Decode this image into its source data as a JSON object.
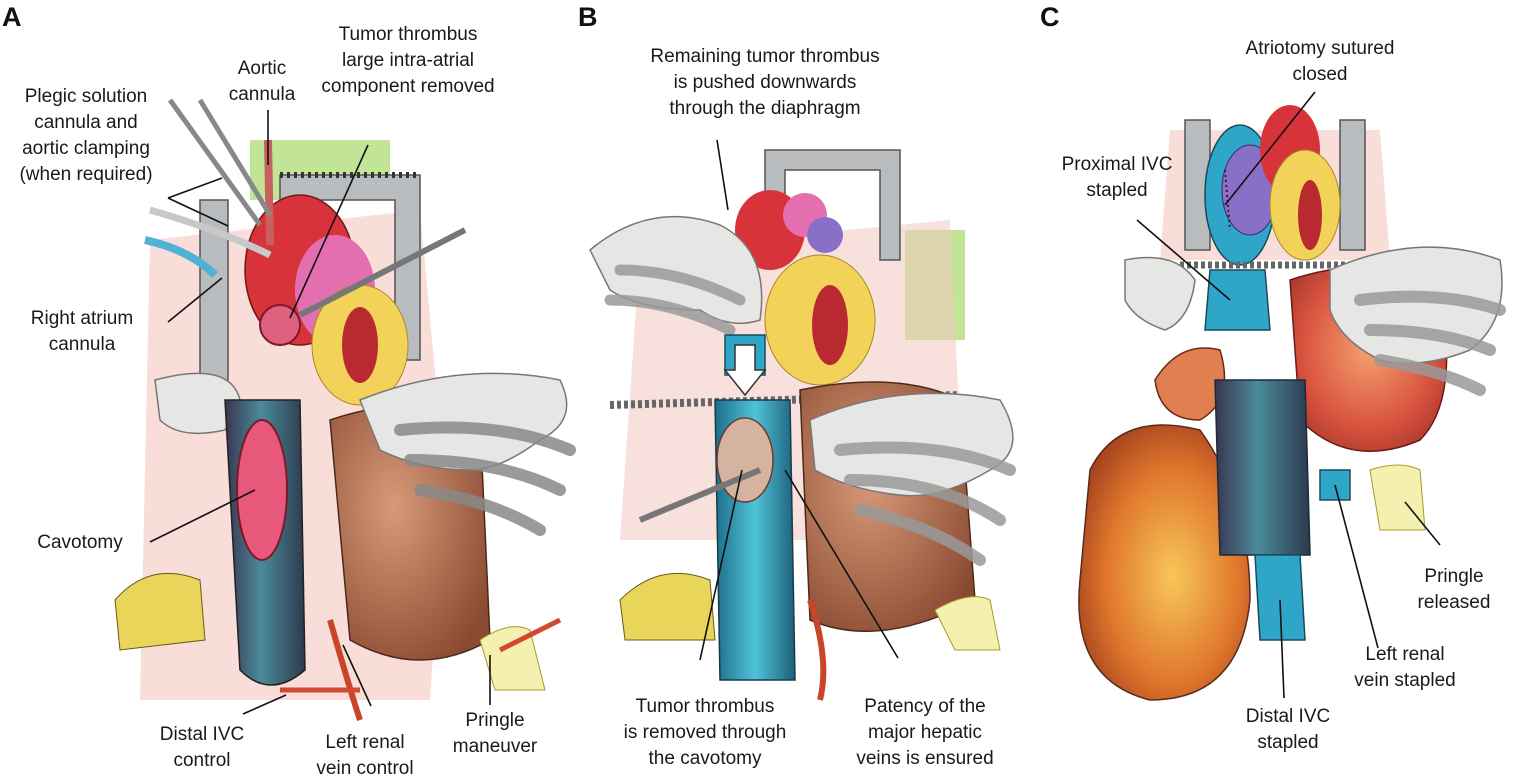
{
  "panels": [
    {
      "letter": "A"
    },
    {
      "letter": "B"
    },
    {
      "letter": "C"
    }
  ],
  "labels": {
    "a_aortic_cannula": "Aortic\ncannula",
    "a_tumor_thrombus": "Tumor thrombus\nlarge intra-atrial\ncomponent removed",
    "a_plegic": "Plegic solution\ncannula and\naortic clamping\n(when required)",
    "a_right_atrium": "Right atrium\ncannula",
    "a_cavotomy": "Cavotomy",
    "a_distal_ivc": "Distal IVC\ncontrol",
    "a_left_renal": "Left renal\nvein control",
    "a_pringle": "Pringle\nmaneuver",
    "b_remaining": "Remaining tumor thrombus\nis pushed downwards\nthrough the diaphragm",
    "b_tumor_removed": "Tumor thrombus\nis removed through\nthe cavotomy",
    "b_patency": "Patency of the\nmajor hepatic\nveins is ensured",
    "c_atriotomy": "Atriotomy sutured\nclosed",
    "c_proximal_ivc": "Proximal IVC\nstapled",
    "c_pringle_released": "Pringle\nreleased",
    "c_left_renal": "Left renal\nvein stapled",
    "c_distal_ivc": "Distal IVC\nstapled"
  },
  "colors": {
    "ivc_blue": "#2fa6c8",
    "heart_red": "#d8333a",
    "heart_pink": "#e46fb0",
    "heart_purple": "#8a6fc9",
    "heart_yellow": "#f3d25a",
    "liver_brown": "#a9684a",
    "liver_red": "#d9533e",
    "glove_gray": "#e6e6e4",
    "retractor_gray": "#b9bcbf",
    "fat_yellow": "#e9d55a",
    "green_drape": "#a8d86a"
  }
}
